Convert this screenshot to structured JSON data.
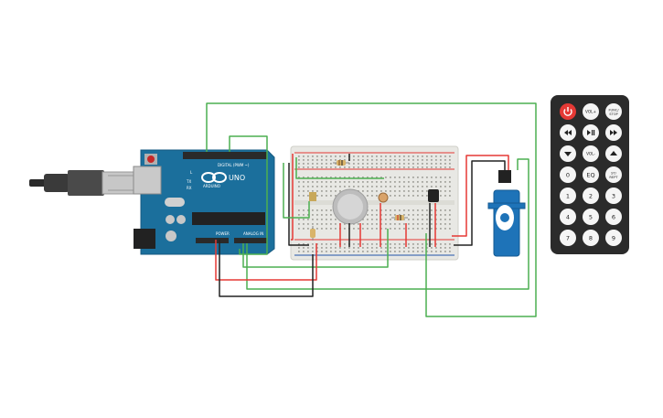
{
  "arduino": {
    "brand": "ARDUINO",
    "model": "UNO",
    "header_digital": "DIGITAL (PWM ~)",
    "label_power": "POWER",
    "label_analog": "ANALOG IN",
    "label_tx": "TX",
    "label_rx": "RX",
    "label_l": "L"
  },
  "remote": {
    "buttons": [
      {
        "label": "",
        "icon": "power-icon",
        "color": "#e53935",
        "text_color": "#ffffff"
      },
      {
        "label": "VOL+",
        "icon": "",
        "color": "#f5f5f5",
        "text_color": "#222222"
      },
      {
        "label": "FUNC/ STOP",
        "icon": "",
        "color": "#f5f5f5",
        "text_color": "#222222"
      },
      {
        "label": "",
        "icon": "rewind-icon",
        "color": "#f5f5f5",
        "text_color": "#222222"
      },
      {
        "label": "",
        "icon": "play-pause-icon",
        "color": "#f5f5f5",
        "text_color": "#222222"
      },
      {
        "label": "",
        "icon": "fast-forward-icon",
        "color": "#f5f5f5",
        "text_color": "#222222"
      },
      {
        "label": "",
        "icon": "down-arrow-icon",
        "color": "#f5f5f5",
        "text_color": "#222222"
      },
      {
        "label": "VOL-",
        "icon": "",
        "color": "#f5f5f5",
        "text_color": "#222222"
      },
      {
        "label": "",
        "icon": "up-arrow-icon",
        "color": "#f5f5f5",
        "text_color": "#222222"
      },
      {
        "label": "0",
        "icon": "",
        "color": "#f5f5f5",
        "text_color": "#222222"
      },
      {
        "label": "EQ",
        "icon": "",
        "color": "#f5f5f5",
        "text_color": "#222222"
      },
      {
        "label": "ST/ REPT",
        "icon": "",
        "color": "#f5f5f5",
        "text_color": "#222222"
      },
      {
        "label": "1",
        "icon": "",
        "color": "#f5f5f5",
        "text_color": "#222222"
      },
      {
        "label": "2",
        "icon": "",
        "color": "#f5f5f5",
        "text_color": "#222222"
      },
      {
        "label": "3",
        "icon": "",
        "color": "#f5f5f5",
        "text_color": "#222222"
      },
      {
        "label": "4",
        "icon": "",
        "color": "#f5f5f5",
        "text_color": "#222222"
      },
      {
        "label": "5",
        "icon": "",
        "color": "#f5f5f5",
        "text_color": "#222222"
      },
      {
        "label": "6",
        "icon": "",
        "color": "#f5f5f5",
        "text_color": "#222222"
      },
      {
        "label": "7",
        "icon": "",
        "color": "#f5f5f5",
        "text_color": "#222222"
      },
      {
        "label": "8",
        "icon": "",
        "color": "#f5f5f5",
        "text_color": "#222222"
      },
      {
        "label": "9",
        "icon": "",
        "color": "#f5f5f5",
        "text_color": "#222222"
      }
    ]
  },
  "colors": {
    "wire_green": "#4caf50",
    "wire_red": "#e53935",
    "wire_black": "#222222",
    "arduino_board": "#1b6f9c",
    "breadboard": "#e8e8e4",
    "remote_body": "#2b2b2b",
    "servo_body": "#1e73b8"
  }
}
